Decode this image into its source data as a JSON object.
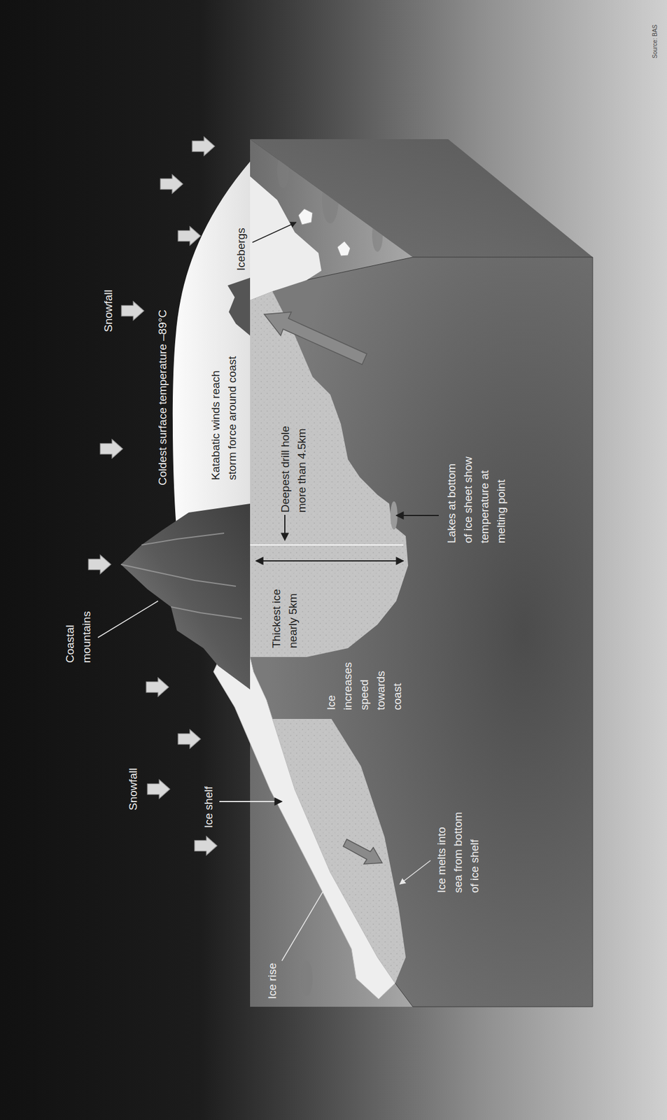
{
  "diagram": {
    "labels": [
      "Coastal mountains",
      "Snowfall",
      "Snowfall",
      "Coldest surface temperature –89°C",
      "Ice shelf",
      "Katabatic winds reach storm force around coast",
      "Icebergs",
      "Ice rise",
      "Thickest ice nearly 5km",
      "Deepest drill hole more than 4.5km",
      "Ice increases speed towards coast",
      "Ice melts into sea from bottom of ice shelf",
      "Lakes at bottom of ice sheet show temperature at melting point",
      "Source: BAS"
    ]
  }
}
